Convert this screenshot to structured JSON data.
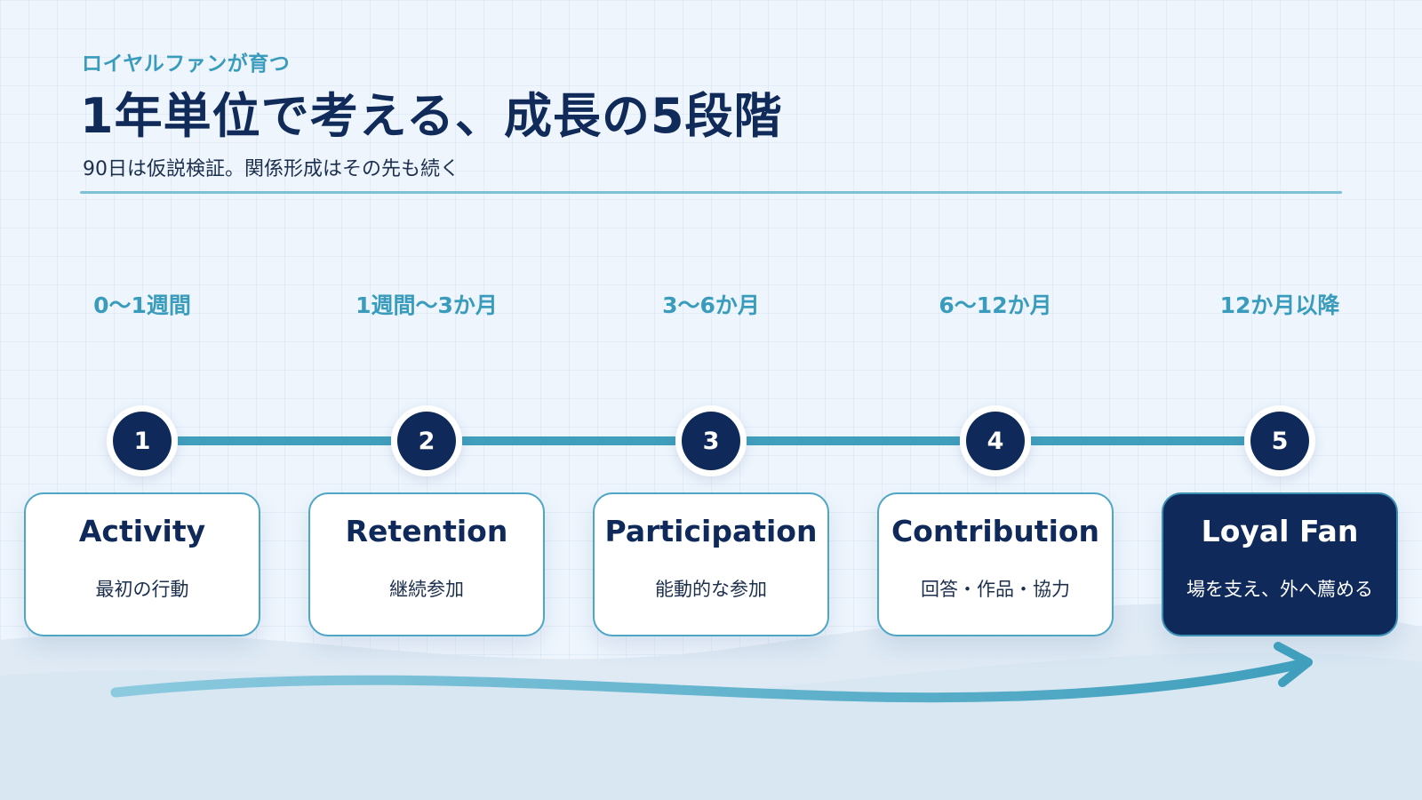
{
  "header": {
    "eyebrow": "ロイヤルファンが育つ",
    "title": "1年単位で考える、成長の5段階",
    "subtitle": "90日は仮説検証。関係形成はその先も続く"
  },
  "stages": [
    {
      "number": "1",
      "period": "0〜1週間",
      "title": "Activity",
      "description": "最初の行動"
    },
    {
      "number": "2",
      "period": "1週間〜3か月",
      "title": "Retention",
      "description": "継続参加"
    },
    {
      "number": "3",
      "period": "3〜6か月",
      "title": "Participation",
      "description": "能動的な参加"
    },
    {
      "number": "4",
      "period": "6〜12か月",
      "title": "Contribution",
      "description": "回答・作品・協力"
    },
    {
      "number": "5",
      "period": "12か月以降",
      "title": "Loyal Fan",
      "description": "場を支え、外へ薦める"
    }
  ],
  "colors": {
    "accent": "#3a9cbc",
    "navy": "#0f2a5a",
    "line": "#3f9fbd"
  }
}
